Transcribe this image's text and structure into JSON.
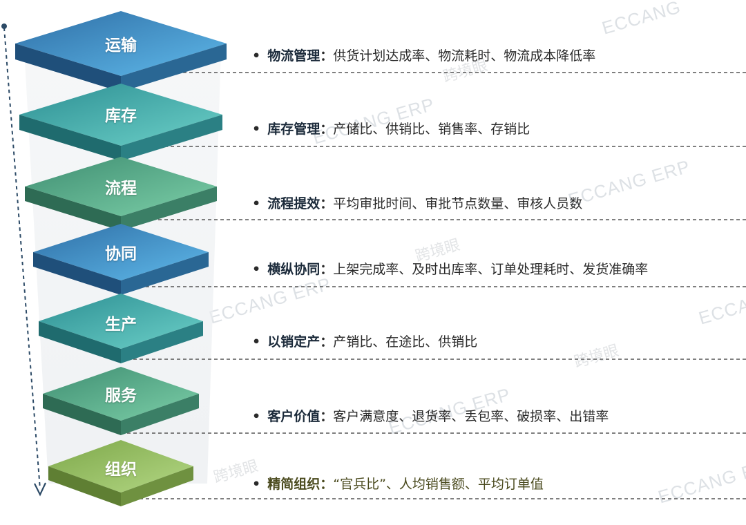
{
  "levels": [
    {
      "name": "运输",
      "title": "物流管理",
      "colon": "：",
      "text": "供货计划达成率、物流耗时、物流成本降低率"
    },
    {
      "name": "库存",
      "title": "库存管理",
      "colon": "：",
      "text": "产储比、供销比、销售率、存销比"
    },
    {
      "name": "流程",
      "title": "流程提效",
      "colon": "：",
      "text": "平均审批时间、审批节点数量、审核人员数"
    },
    {
      "name": "协同",
      "title": "横纵协同",
      "colon": "：",
      "text": "上架完成率、及时出库率、订单处理耗时、发货准确率"
    },
    {
      "name": "生产",
      "title": "以销定产",
      "colon": "：",
      "text": "产销比、在途比、供销比"
    },
    {
      "name": "服务",
      "title": "客户价值",
      "colon": "：",
      "text": "客户满意度、退货率、丢包率、破损率、出错率"
    },
    {
      "name": "组织",
      "title": "精简组织",
      "colon": "：",
      "text": "“官兵比”、人均销售额、平均订单值"
    }
  ],
  "bullet": "•",
  "watermarks": {
    "brand": "ECCANG ERP",
    "brand_short": "ECCANG",
    "cn": "跨境眼"
  },
  "colors": {
    "blue_top": "#4a9fd8",
    "teal_top": "#4fb6b6",
    "green_top": "#5dbd9c",
    "olive_top": "#9cc46a",
    "dash": "#555555"
  }
}
